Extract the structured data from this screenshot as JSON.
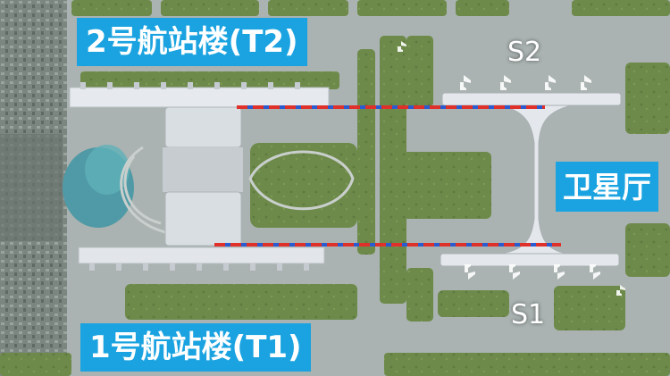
{
  "map": {
    "labels": {
      "terminal_2": "2号航站楼(T2)",
      "terminal_1": "1号航站楼(T1)",
      "satellite_hall": "卫星厅",
      "satellite_s2": "S2",
      "satellite_s1": "S1"
    },
    "colors": {
      "label_background": "#1aa3e0",
      "label_text": "#ffffff",
      "connector_red": "#e0302a",
      "connector_blue": "#2a5bd0",
      "grass": "#6f8f4c",
      "apron": "#b9c0c0",
      "terminal_roof": "#e4e8ec"
    }
  }
}
